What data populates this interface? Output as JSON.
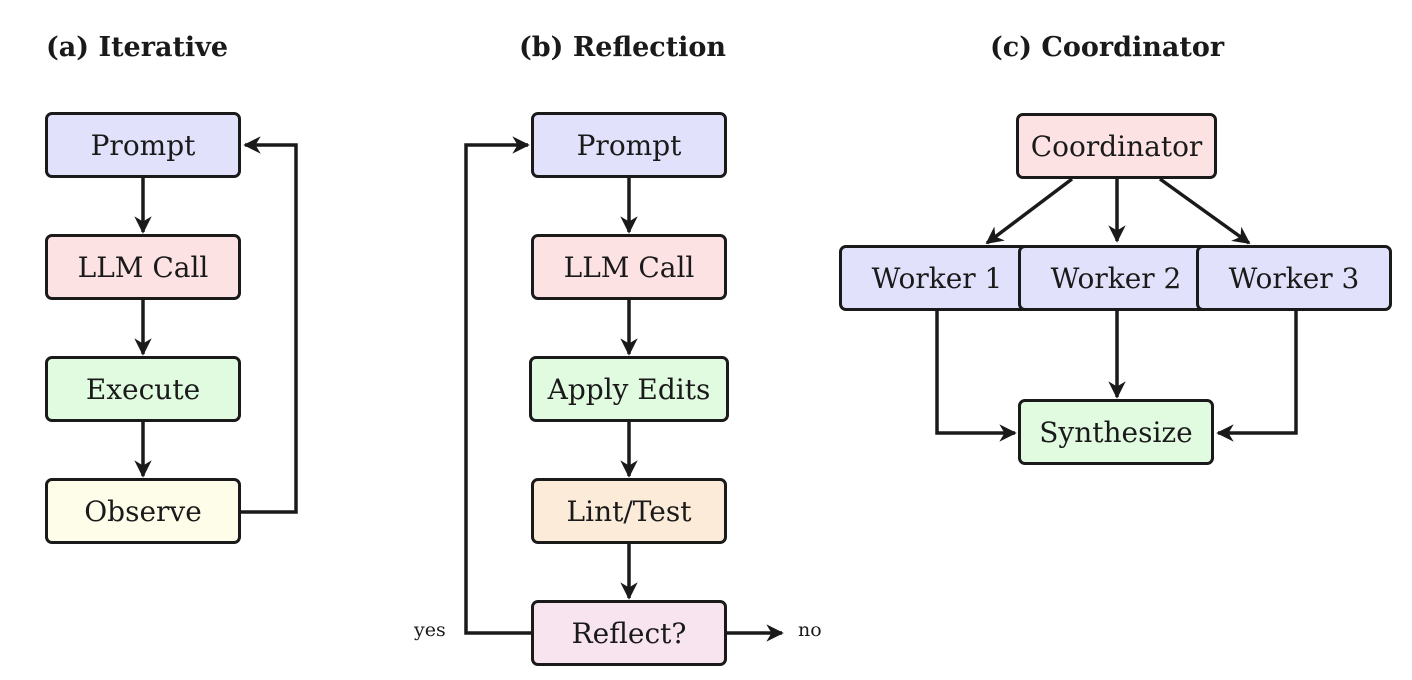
{
  "panels": {
    "iterative": {
      "title": "(a) Iterative",
      "nodes": {
        "prompt": "Prompt",
        "llm_call": "LLM Call",
        "execute": "Execute",
        "observe": "Observe"
      }
    },
    "reflection": {
      "title": "(b) Reflection",
      "nodes": {
        "prompt": "Prompt",
        "llm_call": "LLM Call",
        "apply_edits": "Apply Edits",
        "lint_test": "Lint/Test",
        "reflect": "Reflect?"
      },
      "edge_labels": {
        "yes": "yes",
        "no": "no"
      }
    },
    "coordinator": {
      "title": "(c) Coordinator",
      "nodes": {
        "coordinator": "Coordinator",
        "worker1": "Worker 1",
        "worker2": "Worker 2",
        "worker3": "Worker 3",
        "synthesize": "Synthesize"
      }
    }
  },
  "colors": {
    "blue": "#e1e1fb",
    "red": "#fde2e4",
    "green": "#e1fbe1",
    "yellow": "#fdfde9",
    "orange": "#fdebd9",
    "pink": "#f8e4ee",
    "stroke": "#1a1a1a"
  }
}
